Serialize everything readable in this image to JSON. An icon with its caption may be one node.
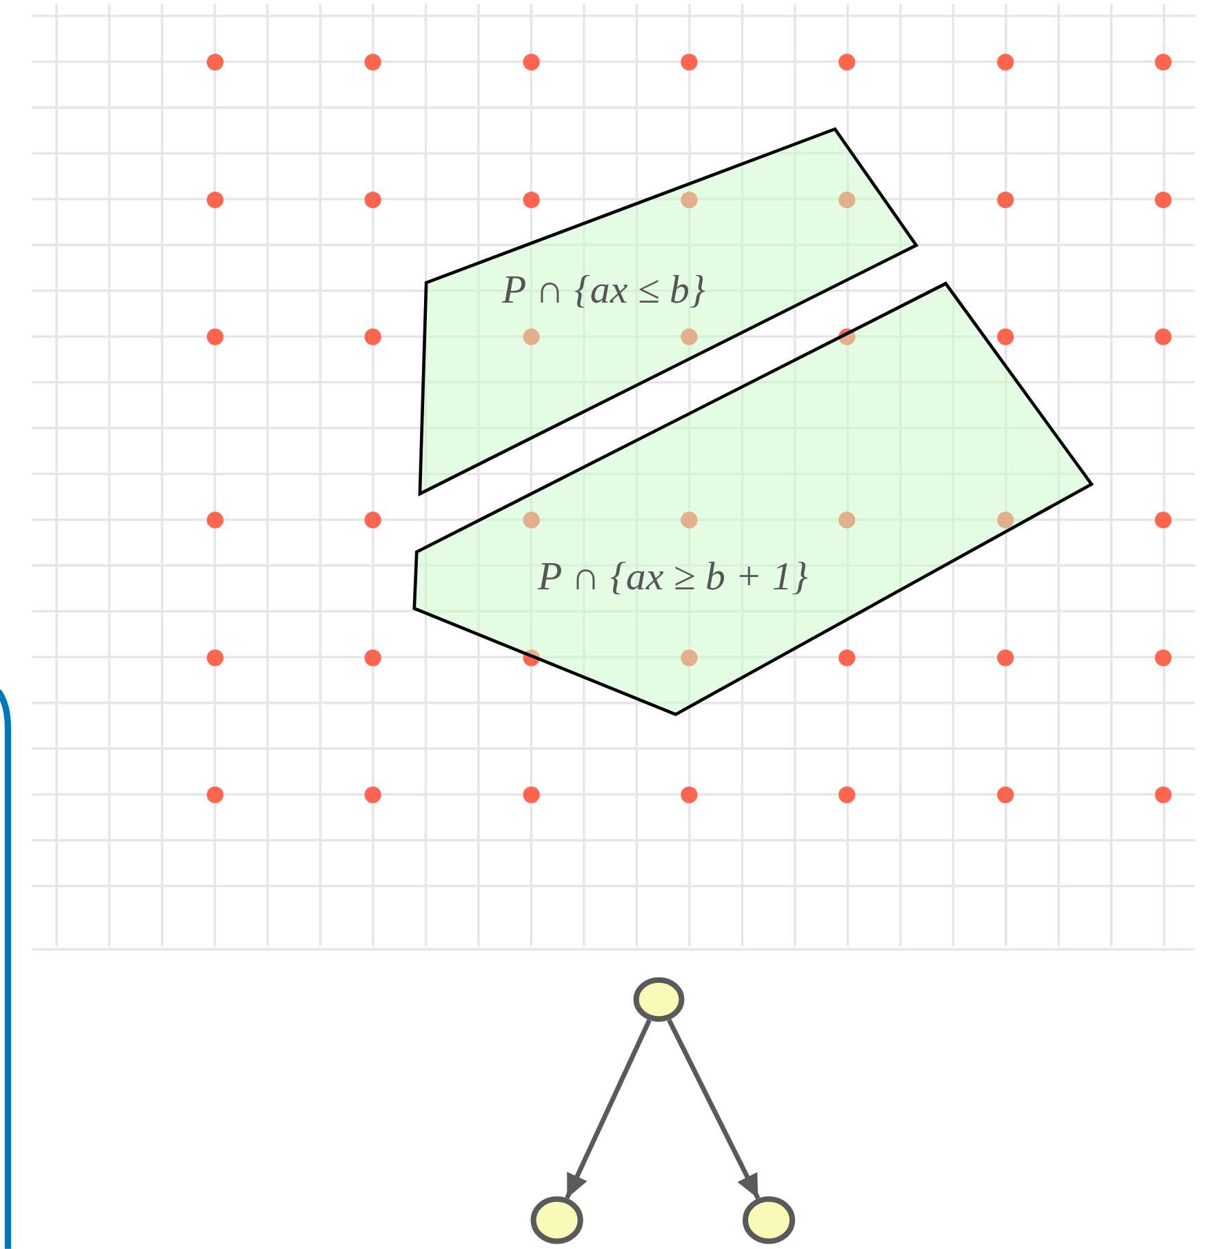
{
  "diagram": {
    "nodes": [
      {
        "text": [
          "P ∩ {ax ≤ b}"
        ]
      },
      {
        "text": [
          "P ∩ {ax ≥ b + 1}"
        ]
      },
      {
        "text": [],
        "shape": "circle"
      },
      {
        "text": [],
        "shape": "circle"
      },
      {
        "text": [],
        "shape": "circle"
      }
    ],
    "edges": [
      {
        "from": 2,
        "to": 3,
        "arrow": "to"
      },
      {
        "from": 2,
        "to": 4,
        "arrow": "to"
      }
    ]
  }
}
